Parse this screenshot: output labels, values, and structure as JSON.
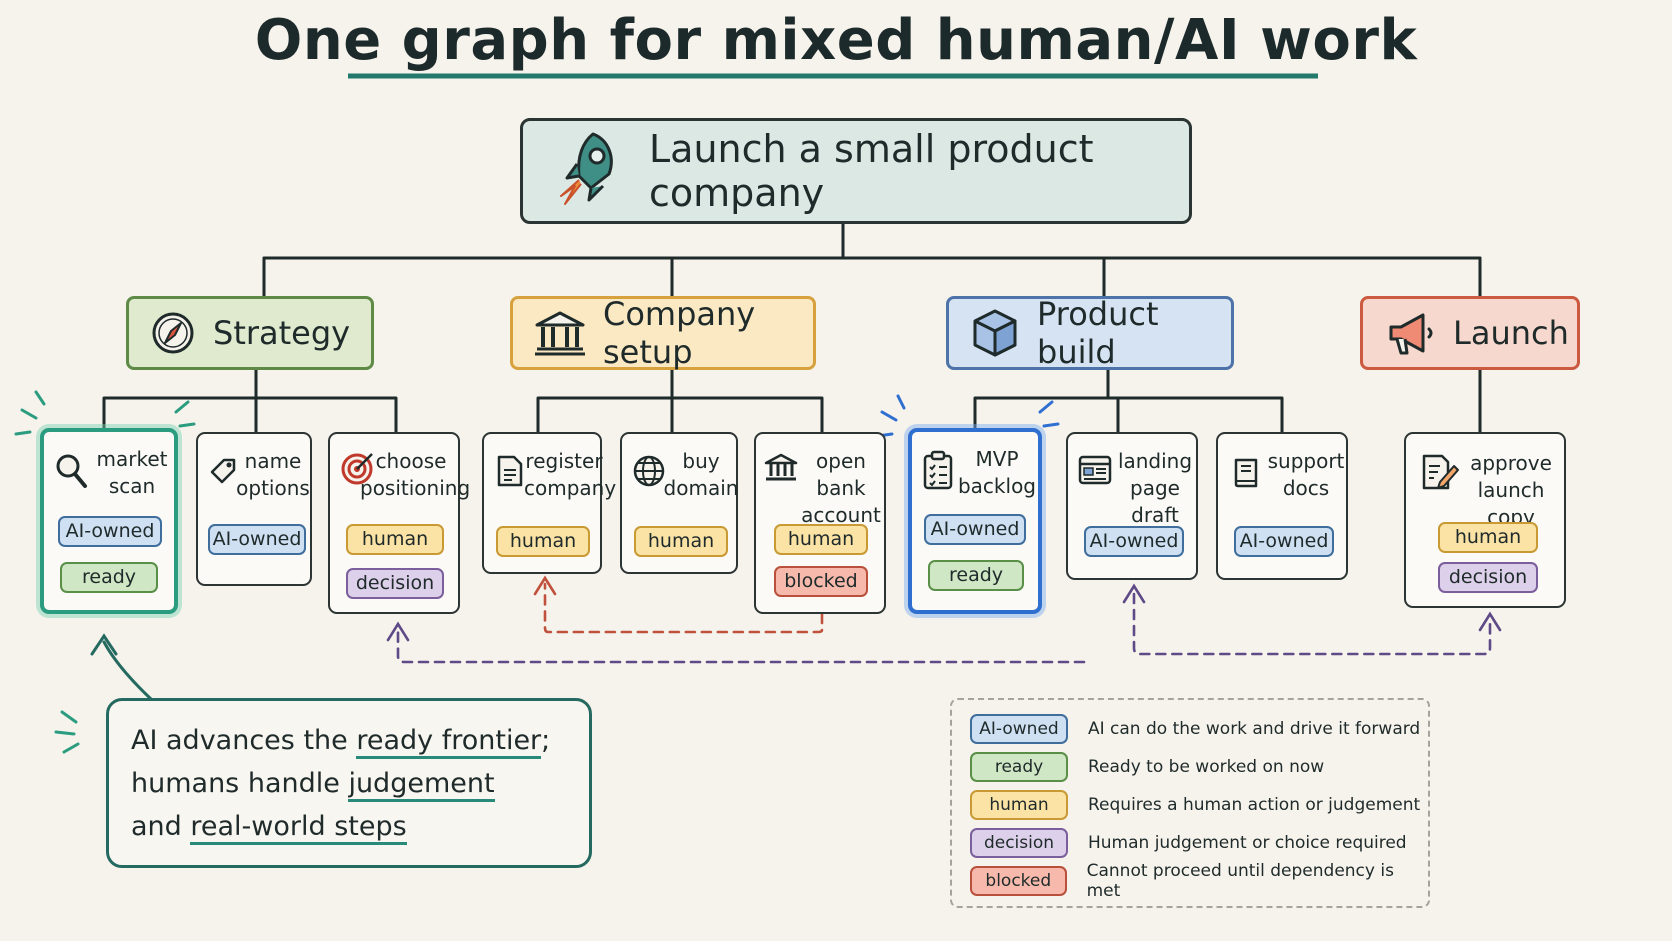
{
  "title": "One graph for mixed human/AI work",
  "root": {
    "label": "Launch a small product company",
    "icon": "rocket-icon"
  },
  "categories": [
    {
      "id": "strategy",
      "label": "Strategy",
      "icon": "compass-icon",
      "color": "#dfeacf",
      "border": "#5e8a45"
    },
    {
      "id": "company_setup",
      "label": "Company setup",
      "icon": "bank-building-icon",
      "color": "#fbe9c4",
      "border": "#d7a23e"
    },
    {
      "id": "product_build",
      "label": "Product build",
      "icon": "cube-icon",
      "color": "#d6e3f3",
      "border": "#4d73a8"
    },
    {
      "id": "launch",
      "label": "Launch",
      "icon": "megaphone-icon",
      "color": "#f7d8ce",
      "border": "#cc5a41"
    }
  ],
  "tasks": [
    {
      "line1": "market",
      "line2": "scan",
      "icon": "magnifier-icon",
      "tags": [
        "AI-owned",
        "ready"
      ]
    },
    {
      "line1": "name",
      "line2": "options",
      "icon": "tag-icon",
      "tags": [
        "AI-owned"
      ]
    },
    {
      "line1": "choose",
      "line2": "positioning",
      "icon": "target-icon",
      "tags": [
        "human",
        "decision"
      ]
    },
    {
      "line1": "register",
      "line2": "company",
      "icon": "document-icon",
      "tags": [
        "human"
      ]
    },
    {
      "line1": "buy",
      "line2": "domain",
      "icon": "globe-icon",
      "tags": [
        "human"
      ]
    },
    {
      "line1": "open bank",
      "line2": "account",
      "icon": "bank-icon",
      "tags": [
        "human",
        "blocked"
      ]
    },
    {
      "line1": "MVP",
      "line2": "backlog",
      "icon": "checklist-icon",
      "tags": [
        "AI-owned",
        "ready"
      ]
    },
    {
      "line1": "landing",
      "line2": "page draft",
      "icon": "webpage-icon",
      "tags": [
        "AI-owned"
      ]
    },
    {
      "line1": "support",
      "line2": "docs",
      "icon": "book-icon",
      "tags": [
        "AI-owned"
      ]
    },
    {
      "line1": "approve",
      "line2": "launch copy",
      "icon": "edit-document-icon",
      "tags": [
        "human",
        "decision"
      ]
    }
  ],
  "callout": {
    "line1_a": "AI advances the ",
    "line1_b": "ready frontier",
    "line1_c": ";",
    "line2_a": "humans handle ",
    "line2_b": "judgement",
    "line3_a": "and ",
    "line3_b": "real-world steps"
  },
  "legend": [
    {
      "tag": "AI-owned",
      "desc": "AI can do the work and drive it forward"
    },
    {
      "tag": "ready",
      "desc": "Ready to be worked on now"
    },
    {
      "tag": "human",
      "desc": "Requires a human action or judgement"
    },
    {
      "tag": "decision",
      "desc": "Human judgement or choice required"
    },
    {
      "tag": "blocked",
      "desc": "Cannot proceed until dependency is met"
    }
  ],
  "colors": {
    "ink": "#1f2a2a",
    "dependency_red": "#c0513c",
    "dependency_purple": "#5e4a86",
    "frontier_teal": "#2b9c80",
    "frontier_blue": "#2f6fd0"
  }
}
